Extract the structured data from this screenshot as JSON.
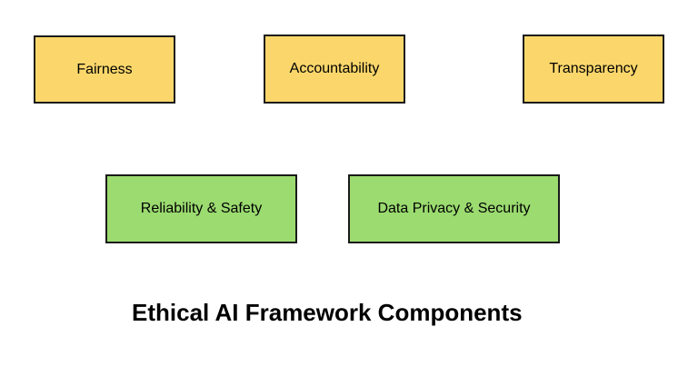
{
  "diagram": {
    "title": "Ethical AI Framework Components",
    "colors": {
      "yellow_fill": "#FBD76B",
      "green_fill": "#9BDB70",
      "border": "#1A1A1A",
      "background": "#FFFFFF",
      "text": "#000000"
    },
    "nodes": [
      {
        "id": "fairness",
        "label": "Fairness",
        "fill": "yellow"
      },
      {
        "id": "accountability",
        "label": "Accountability",
        "fill": "yellow"
      },
      {
        "id": "transparency",
        "label": "Transparency",
        "fill": "yellow"
      },
      {
        "id": "reliability-safety",
        "label": "Reliability & Safety",
        "fill": "green"
      },
      {
        "id": "data-privacy-security",
        "label": "Data Privacy & Security",
        "fill": "green"
      }
    ]
  }
}
